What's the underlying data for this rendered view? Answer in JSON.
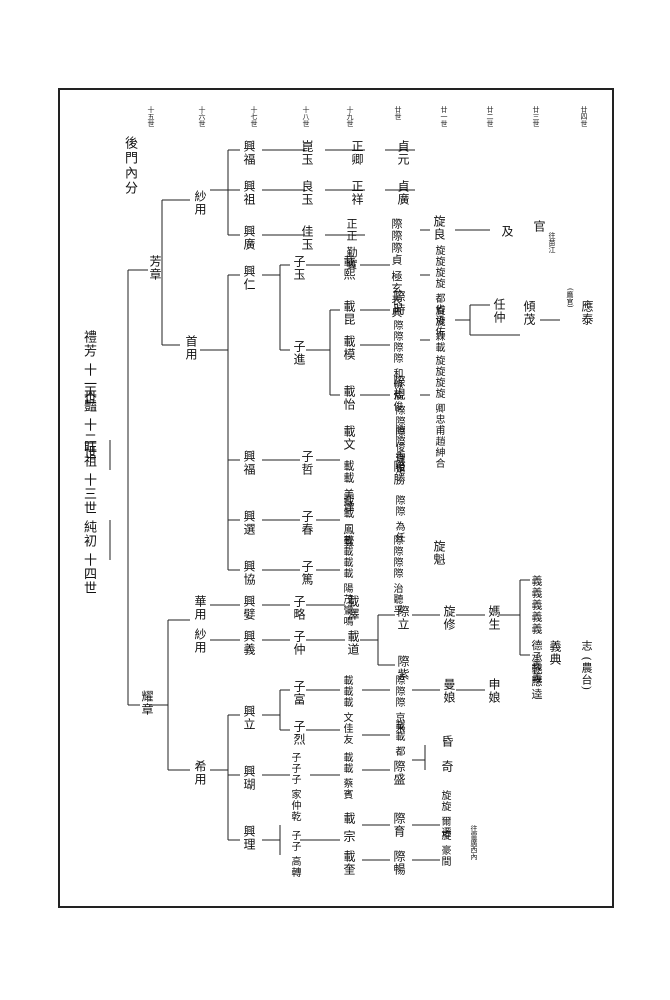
{
  "page_title": "後門內分",
  "generations": [
    "十五世",
    "十六世",
    "十七世",
    "十八世",
    "十九世",
    "廿世",
    "廿一世",
    "廿二世",
    "廿三世",
    "廿四世"
  ],
  "root": {
    "ancestors": [
      "純初 十四世",
      "旺祖 十三世",
      "天豔 十二世",
      "禮芳 十一世"
    ]
  },
  "branch_top": {
    "name": "芳章",
    "sons": [
      {
        "name": "紗用",
        "line1": [
          "興福",
          "崑玉",
          "正卿",
          "貞元"
        ],
        "line2": [
          "興祖",
          "良玉",
          "正祥",
          "貞廣"
        ],
        "line3": [
          "興廣",
          "佳玉",
          "正正 勤實",
          "際際際貞 極玄表典"
        ]
      },
      {
        "name": "首用",
        "items": [
          "興仁",
          "子玉",
          "載熙",
          "子進",
          "載昆",
          "載模",
          "載怡",
          "子哲",
          "載文",
          "載載 美達",
          "興選",
          "子春",
          "載載 鳳壹",
          "興協",
          "子篤",
          "載載載載 陽茂鸞鳴"
        ],
        "grand": [
          "際際際際 和條倫俊",
          "際際際 俊理炬",
          "際際 為任",
          "際際際際 治聽孚",
          "際規",
          "際時",
          "際勝",
          "際際 香俊"
        ],
        "great": [
          "旋旋旋旋 都省汲佐",
          "旋旋 霖載",
          "旋旋旋旋 卿忠甫趙紳合",
          "旋魁",
          "旋良",
          "及",
          "官",
          "任仲",
          "傾茂",
          "應泰"
        ],
        "notes": [
          "往苗江",
          "(鷹官)"
        ]
      }
    ]
  },
  "branch_bottom": {
    "name": "耀章",
    "sons": [
      {
        "name": "華用",
        "line": [
          "興嬖",
          "子略",
          "載澤"
        ]
      },
      {
        "name": "紗用",
        "line": [
          "興義",
          "子仲",
          "載道",
          "際立",
          "旋修",
          "媽生",
          "際紫"
        ],
        "tail": [
          "義義義義義 德承乾應",
          "義典",
          "志 (農台)",
          "義義 逵"
        ]
      },
      {
        "name": "希用",
        "items": [
          "興立",
          "子富",
          "子烈",
          "載載載 文佳友",
          "際際際 京禾",
          "曼娘",
          "申娘",
          "載載 都",
          "興瑚",
          "子子子 家仲乾",
          "載載 蔡賓",
          "際盛",
          "奇",
          "昏",
          "興理",
          "子子 高轉",
          "載 宗",
          "載奎",
          "際育",
          "際暢",
          "旋旋 爾遷",
          "旋 豪間",
          "往雷廣西內"
        ]
      }
    ]
  }
}
